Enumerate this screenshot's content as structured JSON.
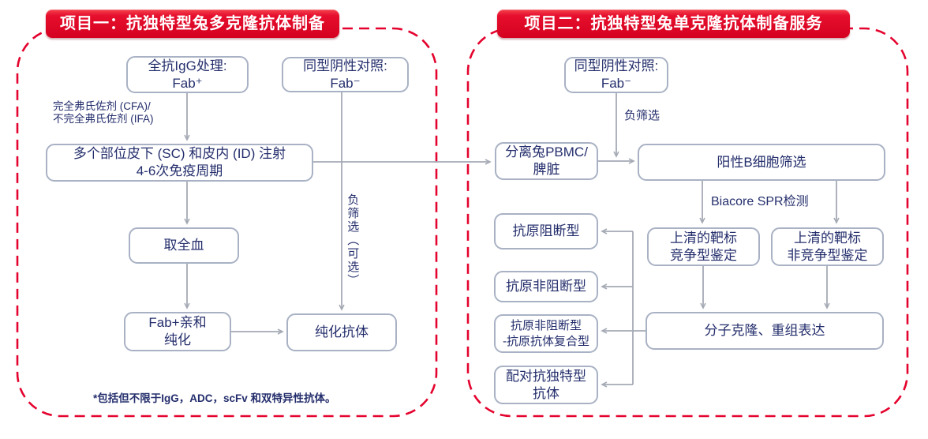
{
  "colors": {
    "brand_red": "#e4032e",
    "text_navy": "#242e6c",
    "connector_gray": "#a5aab4",
    "node_border": "#a9b2c4"
  },
  "panel1": {
    "title": "项目一：抗独特型兔多克隆抗体制备",
    "nodes": {
      "whole_igg": "全抗IgG处理:\nFab⁺",
      "isotype_control": "同型阴性对照:\nFab⁻",
      "injection": "多个部位皮下 (SC) 和皮内 (ID) 注射\n4-6次免疫周期",
      "whole_blood": "取全血",
      "fab_affinity": "Fab+亲和\n纯化",
      "purified_antibody": "纯化抗体"
    },
    "labels": {
      "adjuvant": "完全弗氏佐剂 (CFA)/\n不完全弗氏佐剂 (IFA)",
      "negative_screen_optional": "负筛选（可选）"
    },
    "footnote": "*包括但不限于IgG，ADC，scFv 和双特异性抗体。"
  },
  "panel2": {
    "title": "项目二：抗独特型兔单克隆抗体制备服务",
    "nodes": {
      "isotype_control": "同型阴性对照:\nFab⁻",
      "pbmc": "分离兔PBMC/\n脾脏",
      "b_cell_screen": "阳性B细胞筛选",
      "competitive": "上清的靶标\n竞争型鉴定",
      "non_competitive": "上清的靶标\n非竞争型鉴定",
      "cloning": "分子克隆、重组表达",
      "antigen_blocking": "抗原阻断型",
      "antigen_non_blocking": "抗原非阻断型",
      "antigen_complex": "抗原非阻断型\n-抗原抗体复合型",
      "paired_anti_idiotype": "配对抗独特型\n抗体"
    },
    "labels": {
      "negative_screen": "负筛选",
      "biacore": "Biacore SPR检测"
    }
  }
}
